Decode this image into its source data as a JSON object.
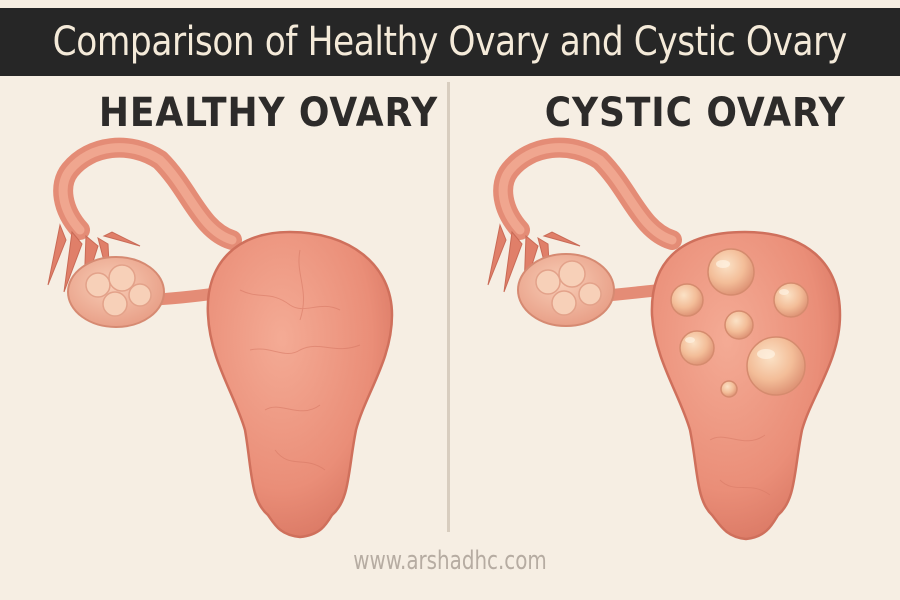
{
  "title": "Comparison of Healthy Ovary and Cystic Ovary",
  "panels": {
    "left": {
      "heading": "HEALTHY OVARY"
    },
    "right": {
      "heading": "CYSTIC OVARY"
    }
  },
  "watermark": "www.arshadhc.com",
  "colors": {
    "background": "#f6eee3",
    "title_bar": "#262626",
    "title_text": "#f4ead9",
    "tissue": "#ef9a84",
    "tissue_shadow": "#d57661",
    "ovary": "#f3b59b",
    "cyst": "#f6c9a4"
  }
}
